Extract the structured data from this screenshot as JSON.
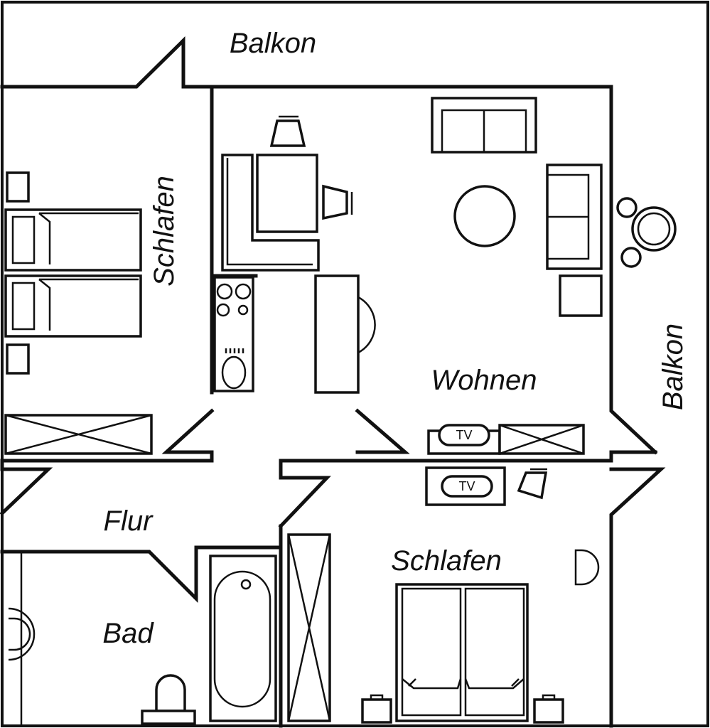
{
  "rooms": {
    "balkon_top": "Balkon",
    "balkon_right": "Balkon",
    "schlafen_left": "Schlafen",
    "wohnen": "Wohnen",
    "flur": "Flur",
    "bad": "Bad",
    "schlafen_bottom": "Schlafen"
  },
  "appliances": {
    "tv_living": "TV",
    "tv_bedroom": "TV"
  },
  "icons": {
    "plan_style": "black-line-drawing",
    "line_color": "#111111",
    "background": "#ffffff"
  }
}
